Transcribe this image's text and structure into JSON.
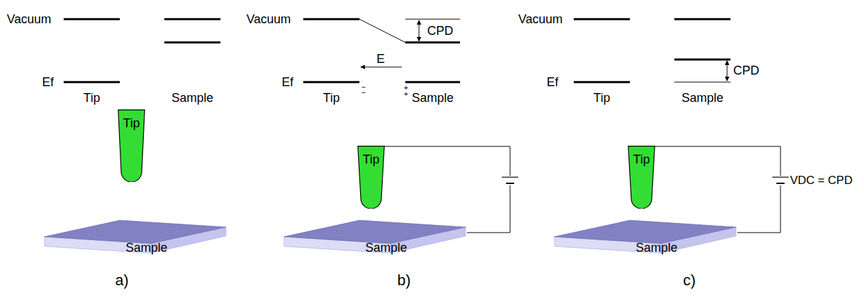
{
  "diagram": {
    "nodes": [
      {
        "text": [
          "Tip"
        ]
      },
      {
        "text": [
          "Sample"
        ]
      },
      {
        "text": [
          "Tip"
        ]
      },
      {
        "text": [
          "Sample"
        ]
      },
      {
        "text": [
          "Tip"
        ]
      },
      {
        "text": [
          "Sample"
        ]
      }
    ],
    "edges": [
      {
        "from": 2,
        "to": 3,
        "arrow": "none"
      },
      {
        "from": 4,
        "to": 5,
        "arrow": "none",
        "label": "VDC = CPD"
      }
    ],
    "labels": [
      "Vacuum",
      "Ef",
      "Tip",
      "Sample",
      "Vacuum",
      "CPD",
      "E",
      "Ef",
      "−",
      "−",
      "+",
      "+",
      "Tip",
      "Sample",
      "Vacuum",
      "CPD",
      "Ef",
      "Tip",
      "Sample",
      "a)",
      "b)",
      "c)"
    ]
  }
}
